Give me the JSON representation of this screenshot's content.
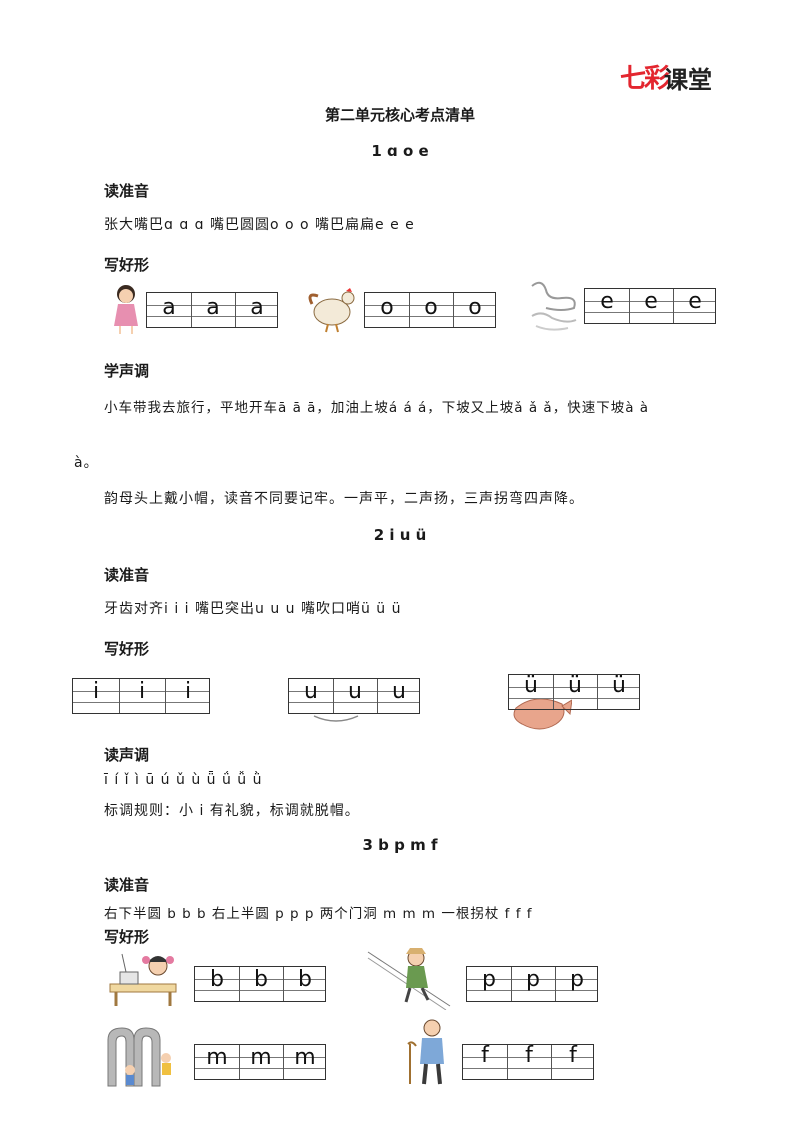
{
  "logo": {
    "part1": "七彩",
    "part2": "课堂"
  },
  "page_title": "第二单元核心考点清单",
  "lesson1": {
    "title": "1 ɑ o e",
    "read_heading": "读准音",
    "read_text": "张大嘴巴ɑ ɑ ɑ  嘴巴圆圆o o o  嘴巴扁扁e e e",
    "write_heading": "写好形",
    "grids": [
      {
        "letters": [
          "a",
          "a",
          "a"
        ]
      },
      {
        "letters": [
          "o",
          "o",
          "o"
        ]
      },
      {
        "letters": [
          "e",
          "e",
          "e"
        ]
      }
    ],
    "tone_heading": "学声调",
    "tone_line1": "小车带我去旅行，平地开车ā ā ā，加油上坡á á á，下坡又上坡ǎ ǎ ǎ，快速下坡à à",
    "tone_line2": "à。",
    "tone_line3": "韵母头上戴小帽，读音不同要记牢。一声平，二声扬，三声拐弯四声降。"
  },
  "lesson2": {
    "title": "2 i u ü",
    "read_heading": "读准音",
    "read_text": "牙齿对齐i i i    嘴巴突出u u u    嘴吹口哨ü ü ü",
    "write_heading": "写好形",
    "grids": [
      {
        "letters": [
          "i",
          "i",
          "i"
        ]
      },
      {
        "letters": [
          "u",
          "u",
          "u"
        ]
      },
      {
        "letters": [
          "ü",
          "ü",
          "ü"
        ]
      }
    ],
    "tone_heading": "读声调",
    "tone_text": "ī í ǐ ì      ū ú ǔ ù      ǖ ǘ ǚ ǜ",
    "rule_text": "标调规则：小 i 有礼貌，标调就脱帽。"
  },
  "lesson3": {
    "title": "3 b p m f",
    "read_heading": "读准音",
    "read_text": "右下半圆 b b b    右上半圆 p p p    两个门洞 m m m    一根拐杖 f f f",
    "write_heading": "写好形",
    "grids": [
      {
        "letters": [
          "b",
          "b",
          "b"
        ]
      },
      {
        "letters": [
          "p",
          "p",
          "p"
        ]
      },
      {
        "letters": [
          "m",
          "m",
          "m"
        ]
      },
      {
        "letters": [
          "f",
          "f",
          "f"
        ]
      }
    ]
  },
  "colors": {
    "logo_red": "#e3262f",
    "grid_line": "#333333",
    "text": "#1a1a1a"
  }
}
